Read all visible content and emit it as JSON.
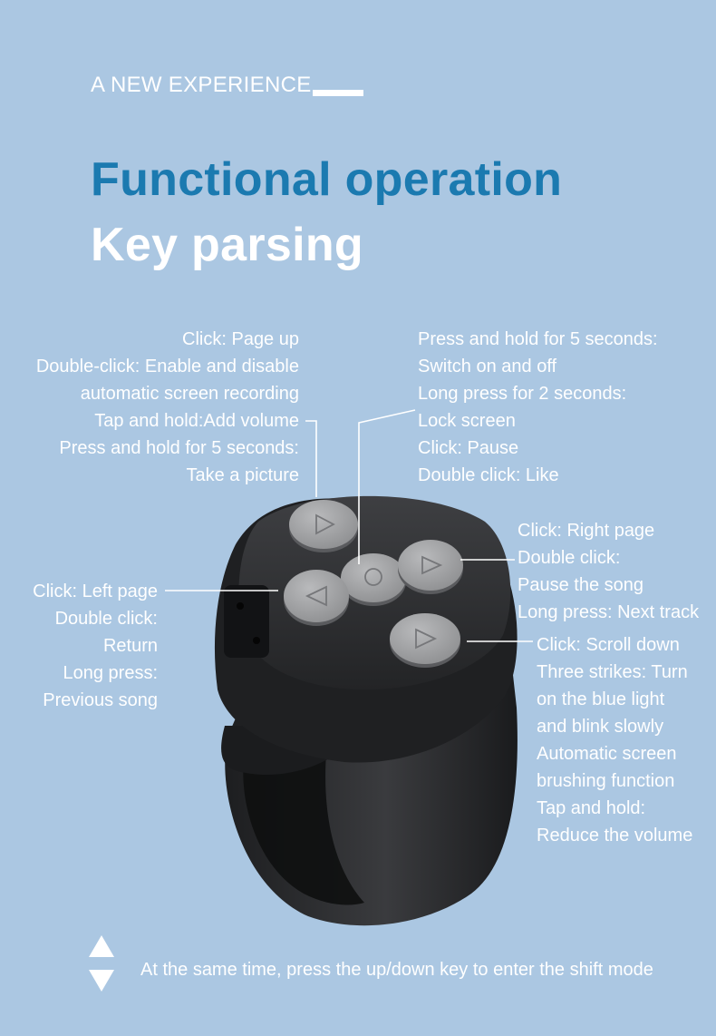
{
  "header": {
    "eyebrow": "A NEW EXPERIENCE",
    "title": "Functional operation",
    "subtitle": "Key parsing"
  },
  "annotations": {
    "top_left": [
      "Click: Page up",
      "Double-click: Enable and disable",
      "automatic screen recording",
      "Tap and hold:Add volume",
      "Press and hold for 5 seconds:",
      "Take a picture"
    ],
    "top_right": [
      "Press and hold for 5 seconds:",
      "Switch on and off",
      "Long press for 2 seconds:",
      "Lock screen",
      "Click: Pause",
      "Double click: Like"
    ],
    "right_upper": [
      "Click: Right page",
      "Double click:",
      "Pause the song",
      "Long press: Next track"
    ],
    "left": [
      "Click: Left page",
      "Double click:",
      "Return",
      "Long press:",
      "Previous song"
    ],
    "right_lower": [
      "Click: Scroll down",
      "Three strikes: Turn",
      "on the blue light",
      "and blink slowly",
      "Automatic screen",
      "brushing function",
      "Tap and hold:",
      "Reduce the volume"
    ]
  },
  "footer": {
    "text": "At the same time, press the up/down key to enter the shift mode"
  },
  "colors": {
    "background": "#abc7e2",
    "title_blue": "#1b7ab0",
    "ring_body": "#2b2c2e",
    "button_grey": "#a9aaac"
  },
  "icons": [
    "triangle-up-icon",
    "triangle-down-icon",
    "triangle-right-icon",
    "triangle-left-icon",
    "circle-icon"
  ]
}
